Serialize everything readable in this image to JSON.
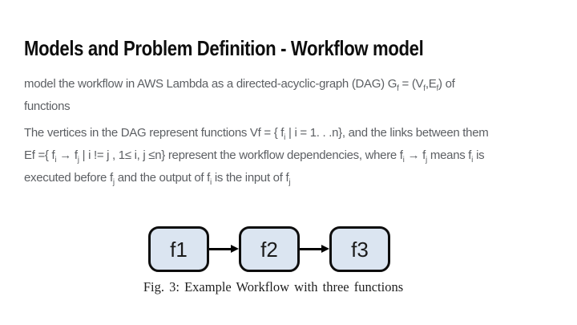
{
  "slide": {
    "title": "Models and Problem Definition - Workflow model",
    "paragraph1": {
      "segments": [
        {
          "t": "model the workflow in AWS Lambda as a directed-acyclic-graph (DAG) G"
        },
        {
          "t": "f",
          "sub": true
        },
        {
          "t": " = (V"
        },
        {
          "t": "f",
          "sub": true
        },
        {
          "t": ",E"
        },
        {
          "t": "f",
          "sub": true
        },
        {
          "t": ") of"
        },
        {
          "br": true
        },
        {
          "t": "functions"
        }
      ]
    },
    "paragraph2": {
      "segments": [
        {
          "t": "The vertices in the DAG represent functions Vf = { f"
        },
        {
          "t": "i",
          "sub": true
        },
        {
          "t": " | i = 1. . .n}, and the links between them"
        },
        {
          "br": true
        },
        {
          "t": "Ef ={ f"
        },
        {
          "t": "i",
          "sub": true
        },
        {
          "t": " → f"
        },
        {
          "t": "j",
          "sub": true
        },
        {
          "t": " | i != j , 1≤ i, j ≤n} represent the workflow dependencies, where f"
        },
        {
          "t": "i",
          "sub": true
        },
        {
          "t": " → f"
        },
        {
          "t": "j",
          "sub": true
        },
        {
          "t": " means f"
        },
        {
          "t": "i",
          "sub": true
        },
        {
          "t": " is"
        },
        {
          "br": true
        },
        {
          "t": "executed before f"
        },
        {
          "t": "j",
          "sub": true
        },
        {
          "t": " and the output of f"
        },
        {
          "t": "i",
          "sub": true
        },
        {
          "t": " is the input of f"
        },
        {
          "t": "j",
          "sub": true
        }
      ]
    }
  },
  "figure": {
    "nodes": [
      {
        "label": "f1"
      },
      {
        "label": "f2"
      },
      {
        "label": "f3"
      }
    ],
    "caption": "Fig. 3: Example Workflow with three functions",
    "node_fill": "#dbe5f1",
    "node_border": "#0d0d0d",
    "arrow_color": "#000000"
  },
  "colors": {
    "background": "#ffffff",
    "title_text": "#0d0d0d",
    "body_text": "#5c5f63",
    "caption_text": "#1f1f1f"
  }
}
